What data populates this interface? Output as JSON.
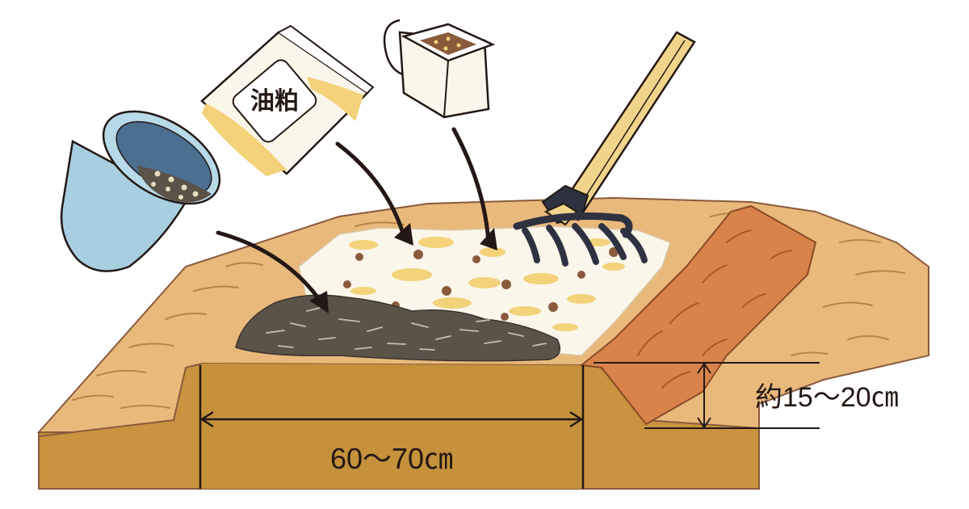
{
  "labels": {
    "bag_label": "油粕",
    "depth_label": "約15〜20㎝",
    "width_label": "60〜70㎝"
  },
  "colors": {
    "soil_light": "#e9b97c",
    "soil_front": "#c9933f",
    "trench_wall": "#d9834a",
    "compost": "#5b5248",
    "lime": "#fbf6ea",
    "oilcake": "#f3d27a",
    "fertilizer_pellet": "#8a5a3c",
    "bucket": "#a7cfe0",
    "rake_handle": "#f0d48a",
    "rake_metal": "#2e3240",
    "outline": "#231815"
  }
}
